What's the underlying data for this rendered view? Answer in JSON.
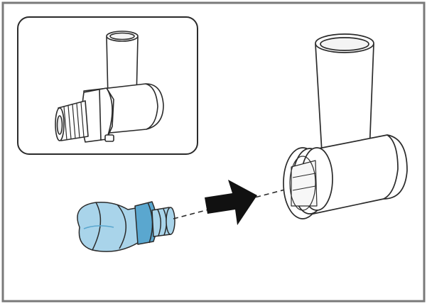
{
  "figure": {
    "kind": "assembly-instruction-illustration",
    "steps": [
      {
        "part": "feed-screw",
        "action": "insert-into",
        "target": "grinder-head-housing"
      }
    ]
  },
  "inset": {
    "depicts": "assembled-grinder-head-with-screw-and-ring"
  },
  "colors": {
    "frame": "#7a7a7a",
    "line": "#2b2b2b",
    "part_fill": "#ffffff",
    "screw_fill": "#a9d4ea",
    "screw_dark": "#5aa7cf",
    "arrow": "#111111"
  }
}
